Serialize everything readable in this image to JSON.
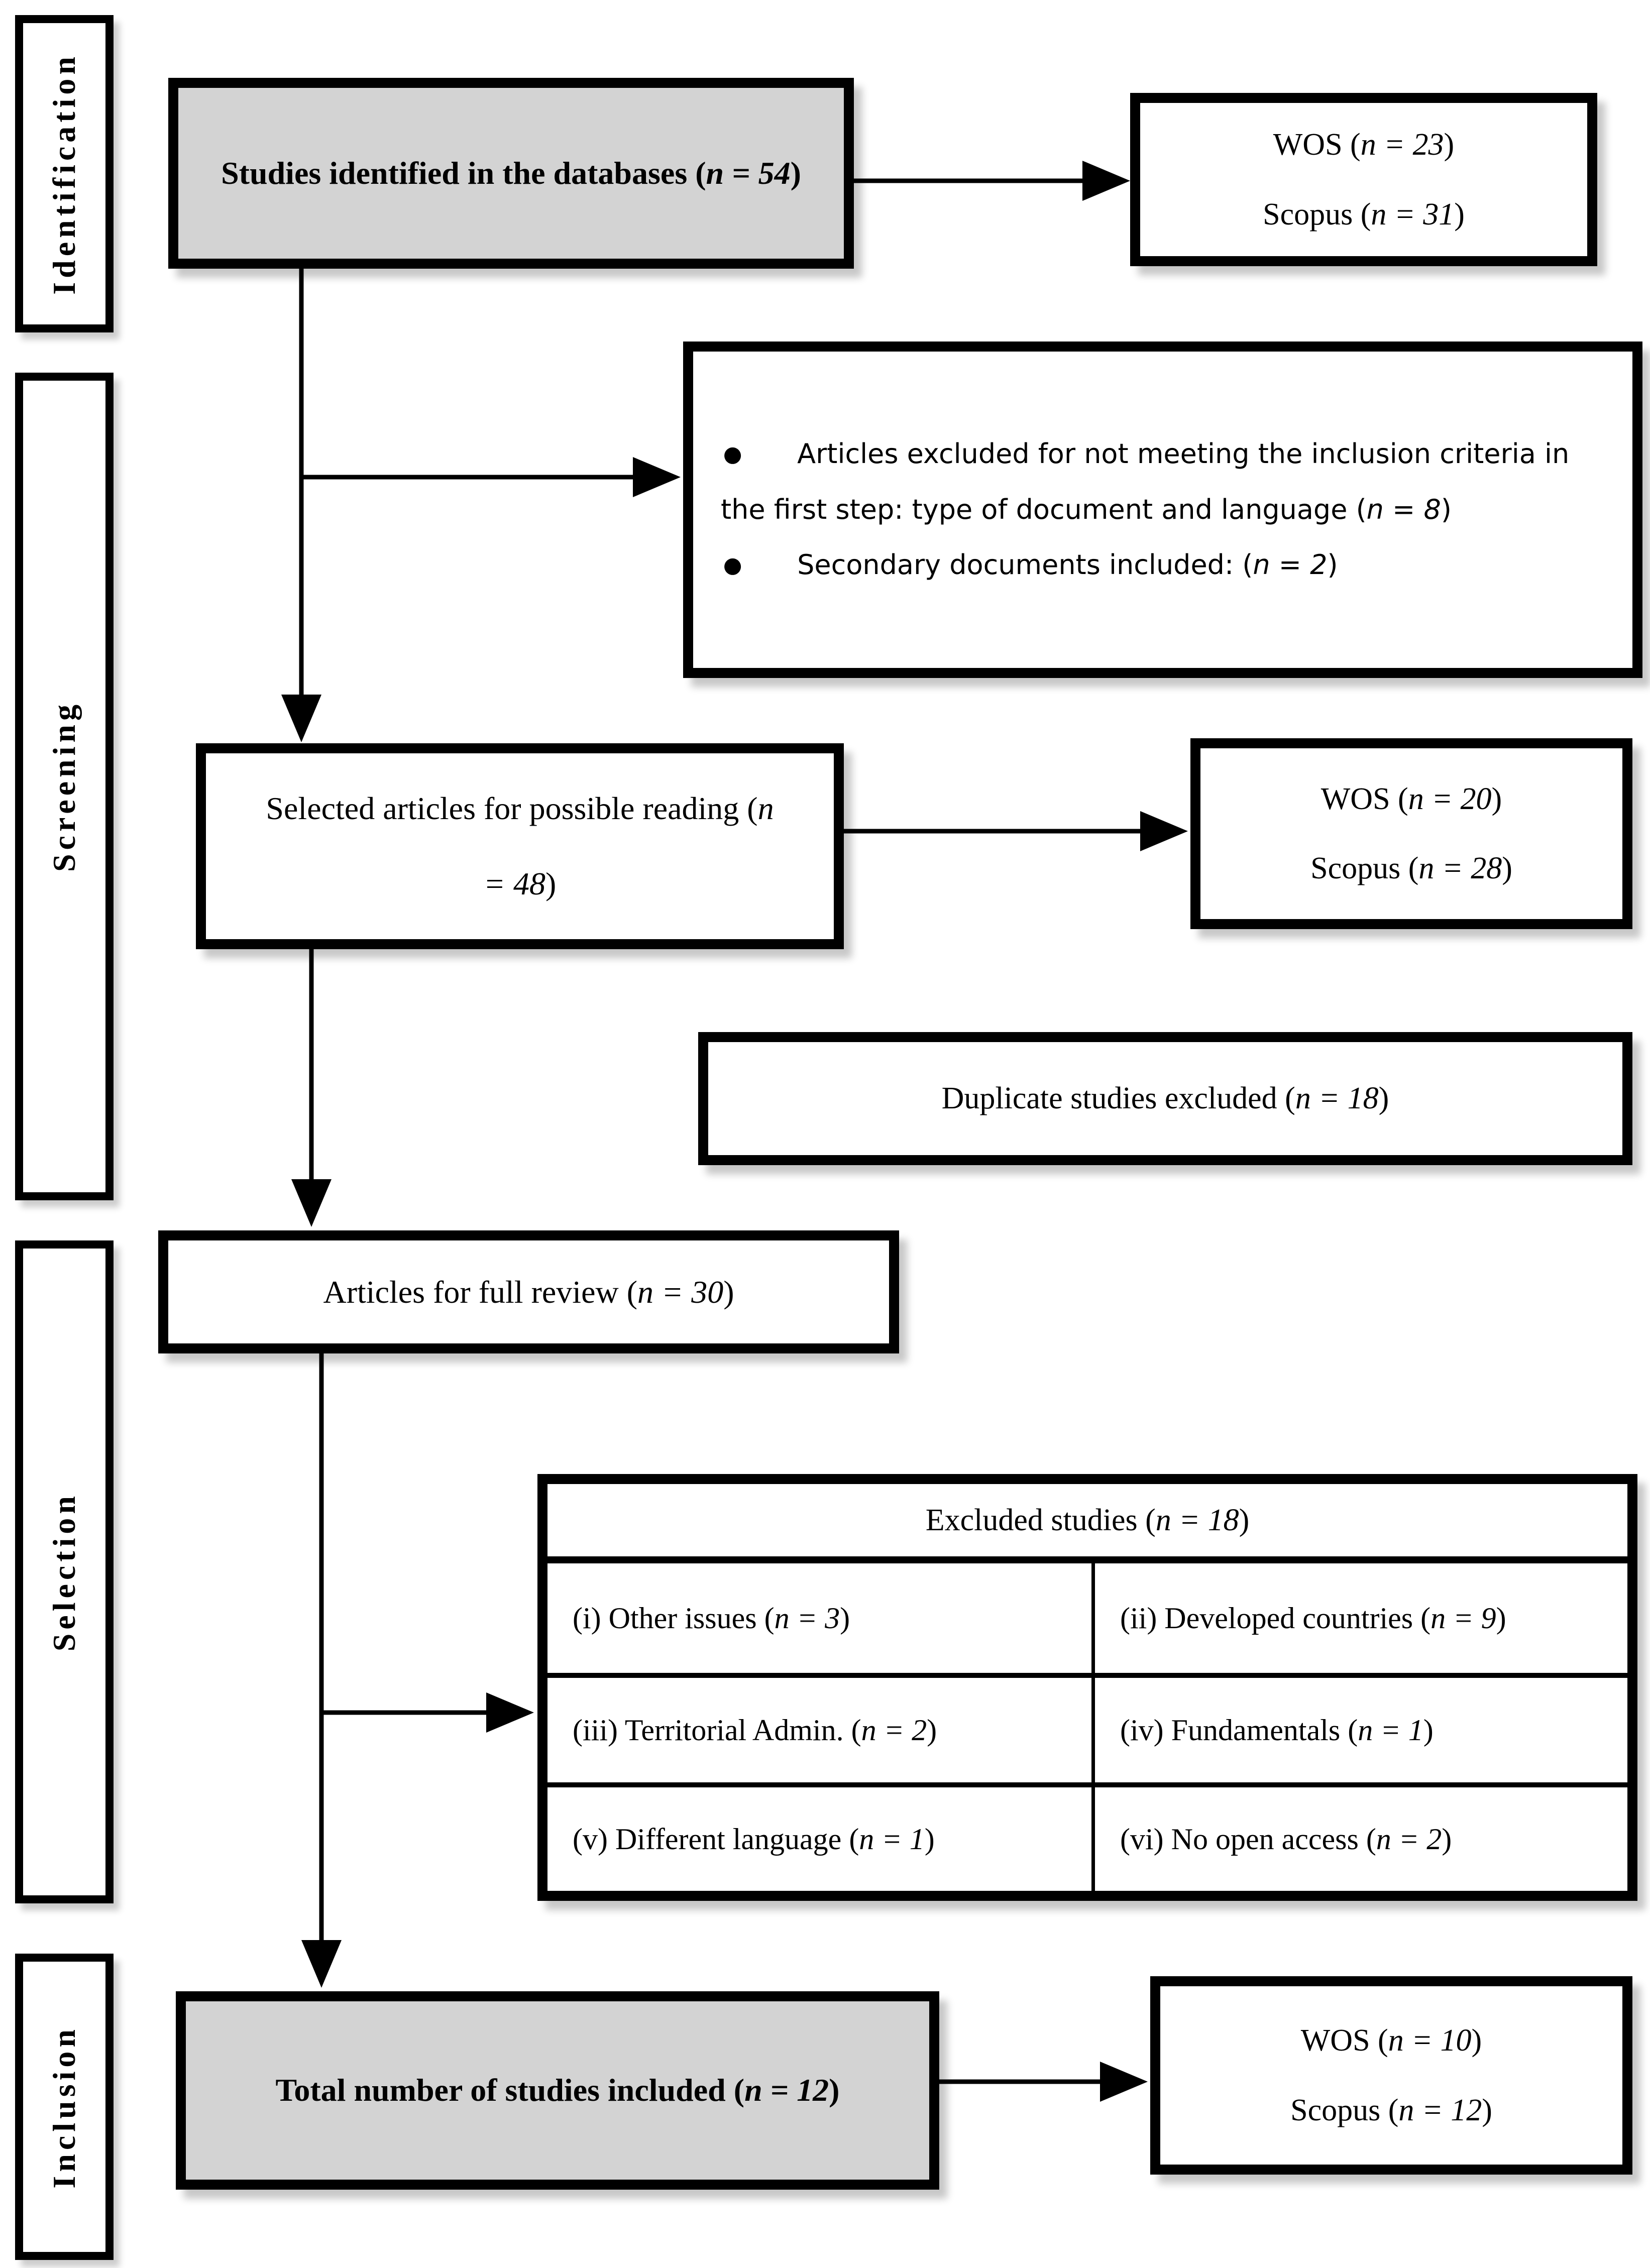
{
  "sidebar": {
    "stages": [
      {
        "label": "Identification"
      },
      {
        "label": "Screening"
      },
      {
        "label": "Selection"
      },
      {
        "label": "Inclusion"
      }
    ]
  },
  "boxes": {
    "identified": {
      "text": "Studies identified in the databases (n = 54)"
    },
    "identified_counts": {
      "line1": "WOS (n = 23)",
      "line2": "Scopus (n = 31)"
    },
    "first_step_exclusions": {
      "items": [
        "Articles excluded for not meeting the inclusion criteria in the first step: type of document and language (n = 8)",
        "Secondary documents included: (n = 2)"
      ]
    },
    "selected": {
      "text": "Selected articles for possible reading (n = 48)"
    },
    "selected_counts": {
      "line1": "WOS (n = 20)",
      "line2": "Scopus (n = 28)"
    },
    "duplicates": {
      "text": "Duplicate studies excluded (n = 18)"
    },
    "full_review": {
      "text": "Articles for full review (n = 30)"
    },
    "total": {
      "text": "Total number of studies included (n = 12)"
    },
    "total_counts": {
      "line1": "WOS (n = 10)",
      "line2": "Scopus (n = 12)"
    }
  },
  "excluded_table": {
    "title": "Excluded studies (n = 18)",
    "rows": [
      [
        "(i) Other issues (n = 3)",
        "(ii) Developed countries (n = 9)"
      ],
      [
        "(iii) Territorial Admin. (n = 2)",
        "(iv) Fundamentals (n = 1)"
      ],
      [
        "(v) Different language (n = 1)",
        "(vi) No open access (n = 2)"
      ]
    ]
  }
}
